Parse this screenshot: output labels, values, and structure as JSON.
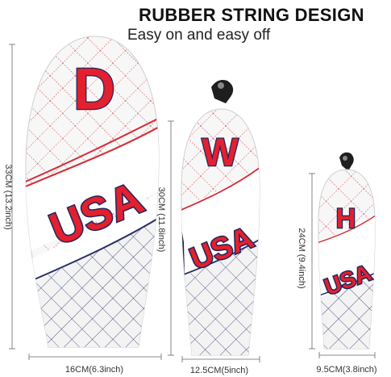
{
  "header": {
    "title": "RUBBER STRING DESIGN",
    "subtitle": "Easy on and easy off"
  },
  "covers": [
    {
      "letter": "D",
      "height_label": "33CM (13.2inch)",
      "width_label": "16CM(6.3inch)"
    },
    {
      "letter": "W",
      "height_label": "30CM (11.8inch)",
      "width_label": "12.5CM(5inch)"
    },
    {
      "letter": "H",
      "height_label": "24CM (9.4inch)",
      "width_label": "9.5CM(3.8inch)"
    }
  ],
  "emblem_text": "USA",
  "colors": {
    "cover_white": "#f7f7f7",
    "grid_red": "#d5383f",
    "grid_navy": "#2a2f66",
    "letter_red": "#e3202f",
    "letter_outline": "#22265a",
    "tag_black": "#1e1e1e"
  }
}
